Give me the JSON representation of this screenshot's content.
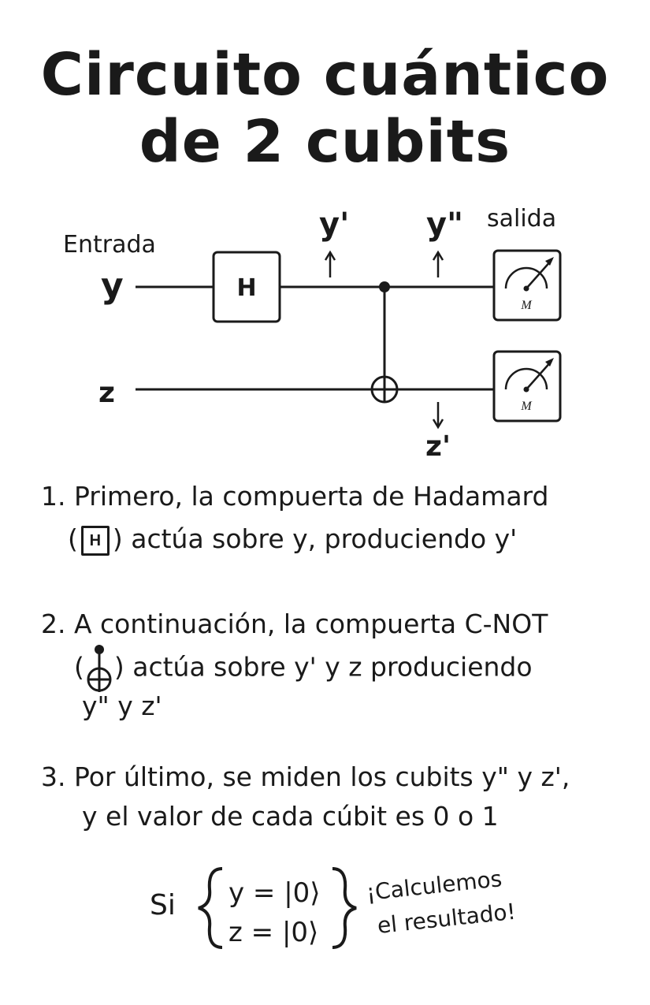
{
  "title": {
    "line1": "Circuito cuántico",
    "line2": "de 2 cubits"
  },
  "circuit": {
    "input_label": "Entrada",
    "output_label": "salida",
    "qubit_y": "y",
    "qubit_z": "z",
    "y_prime": "y'",
    "y_double_prime": "y\"",
    "z_prime": "z'",
    "hadamard_gate": "H",
    "meter_label": "M"
  },
  "steps": {
    "s1": {
      "line1": "1. Primero, la compuerta de Hadamard",
      "paren_open": "(",
      "gate": "H",
      "line2": ") actúa sobre y, produciendo y'"
    },
    "s2": {
      "line1": "2. A continuación, la compuerta C-NOT",
      "paren_open": "(",
      "line2": ") actúa sobre y' y z produciendo",
      "line3": "y\" y z'"
    },
    "s3": {
      "line1": "3. Por último, se miden los cubits y\" y z',",
      "line2": "y el valor de cada cúbit es 0 o 1"
    }
  },
  "condition": {
    "si": "Si",
    "eq1": "y = |0⟩",
    "eq2": "z = |0⟩",
    "note1": "¡Calculemos",
    "note2": "el resultado!"
  }
}
